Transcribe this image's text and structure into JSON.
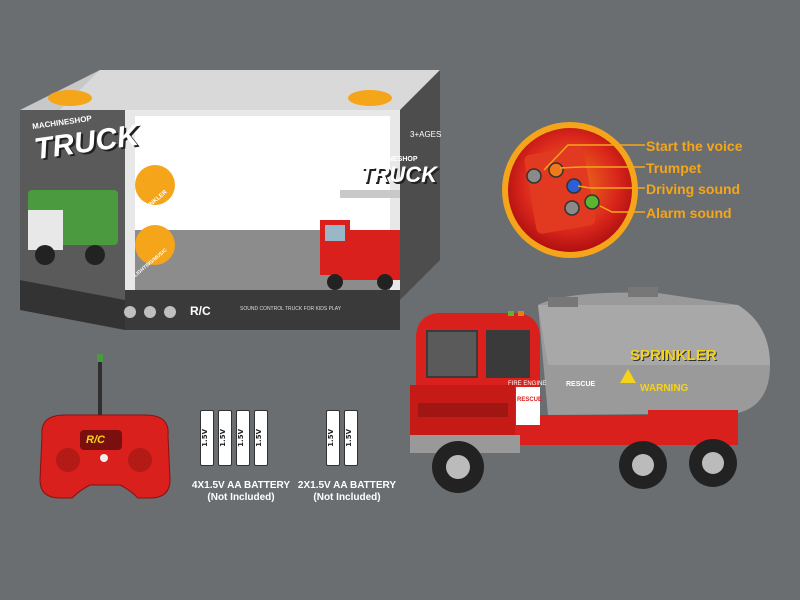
{
  "package": {
    "brand_small": "MACHINESHOP",
    "brand_big": "TRUCK",
    "age_label": "3+AGES",
    "rc_label": "R/C",
    "feature_badges": [
      "SPRINKLER",
      "LIGHTING/MUSIC"
    ],
    "fine_print": "SOUND CONTROL TRUCK FOR KIDS PLAY"
  },
  "callouts": {
    "items": [
      "Start the voice",
      "Trumpet",
      "Driving sound",
      "Alarm sound"
    ],
    "colors": [
      "#6e6e6e",
      "#f07a1a",
      "#2a5fd6",
      "#5ab52f"
    ]
  },
  "remote": {
    "label": "R/C"
  },
  "batteries": [
    {
      "count": 4,
      "cell_label": "1.5V",
      "caption_line1": "4X1.5V AA BATTERY",
      "caption_line2": "(Not Included)"
    },
    {
      "count": 2,
      "cell_label": "1.5V",
      "caption_line1": "2X1.5V AA BATTERY",
      "caption_line2": "(Not Included)"
    }
  ],
  "truck": {
    "tank_label": "SPRINKLER",
    "warning_label": "WARNING",
    "rescue_label": "RESCUE",
    "cab_label": "FIRE ENGINE",
    "door_badge": "RESCUE"
  },
  "colors": {
    "background": "#6b6e71",
    "accent": "#f5a51a",
    "truck_red": "#d9201c",
    "tank_gray": "#9a9a9a"
  }
}
